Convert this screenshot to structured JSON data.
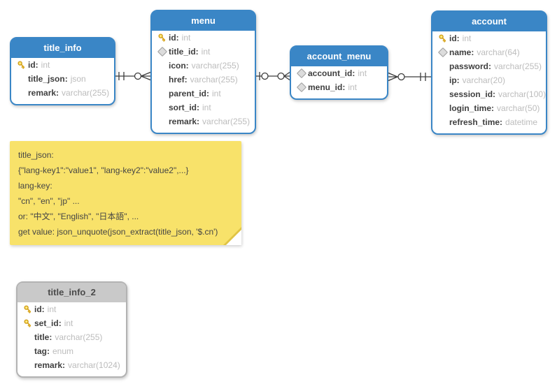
{
  "separator": ":",
  "colors": {
    "table_blue": "#3a86c6",
    "table_gray_header": "#c9c9c9",
    "note_yellow": "#f8e26a",
    "key_gold": "#f2cb3d",
    "field_name": "#3f3f3f",
    "field_type": "#bcbcbc"
  },
  "tables": [
    {
      "name": "title_info",
      "variant": "blue",
      "fields": [
        {
          "icon": "key",
          "name": "id",
          "type": "int"
        },
        {
          "icon": "none",
          "name": "title_json",
          "type": "json"
        },
        {
          "icon": "none",
          "name": "remark",
          "type": "varchar(255)"
        }
      ]
    },
    {
      "name": "menu",
      "variant": "blue",
      "fields": [
        {
          "icon": "key",
          "name": "id",
          "type": "int"
        },
        {
          "icon": "diamond",
          "name": "title_id",
          "type": "int"
        },
        {
          "icon": "none",
          "name": "icon",
          "type": "varchar(255)"
        },
        {
          "icon": "none",
          "name": "href",
          "type": "varchar(255)"
        },
        {
          "icon": "none",
          "name": "parent_id",
          "type": "int"
        },
        {
          "icon": "none",
          "name": "sort_id",
          "type": "int"
        },
        {
          "icon": "none",
          "name": "remark",
          "type": "varchar(255)"
        }
      ]
    },
    {
      "name": "account_menu",
      "variant": "blue",
      "fields": [
        {
          "icon": "diamond",
          "name": "account_id",
          "type": "int"
        },
        {
          "icon": "diamond",
          "name": "menu_id",
          "type": "int"
        }
      ]
    },
    {
      "name": "account",
      "variant": "blue",
      "fields": [
        {
          "icon": "key",
          "name": "id",
          "type": "int"
        },
        {
          "icon": "diamond",
          "name": "name",
          "type": "varchar(64)"
        },
        {
          "icon": "none",
          "name": "password",
          "type": "varchar(255)"
        },
        {
          "icon": "none",
          "name": "ip",
          "type": "varchar(20)"
        },
        {
          "icon": "none",
          "name": "session_id",
          "type": "varchar(100)"
        },
        {
          "icon": "none",
          "name": "login_time",
          "type": "varchar(50)"
        },
        {
          "icon": "none",
          "name": "refresh_time",
          "type": "datetime"
        }
      ]
    },
    {
      "name": "title_info_2",
      "variant": "gray",
      "fields": [
        {
          "icon": "key",
          "name": "id",
          "type": "int"
        },
        {
          "icon": "key",
          "name": "set_id",
          "type": "int"
        },
        {
          "icon": "none",
          "name": "title",
          "type": "varchar(255)"
        },
        {
          "icon": "none",
          "name": "tag",
          "type": "enum"
        },
        {
          "icon": "none",
          "name": "remark",
          "type": "varchar(1024)"
        }
      ]
    }
  ],
  "note": {
    "lines": [
      "title_json:",
      "{\"lang-key1\":\"value1\", \"lang-key2\":\"value2\",...}",
      "lang-key:",
      "\"cn\", \"en\", \"jp\" ...",
      "or: \"中文\", \"English\", \"日本語\", ...",
      "get value: json_unquote(json_extract(title_json, '$.cn')"
    ]
  },
  "relationships": [
    {
      "from": "title_info",
      "to": "menu",
      "from_cardinality": "exactly-one",
      "to_cardinality": "zero-or-many"
    },
    {
      "from": "menu",
      "to": "account_menu",
      "from_cardinality": "zero-or-one",
      "to_cardinality": "zero-or-many"
    },
    {
      "from": "account_menu",
      "to": "account",
      "from_cardinality": "zero-or-many",
      "to_cardinality": "exactly-one"
    }
  ]
}
